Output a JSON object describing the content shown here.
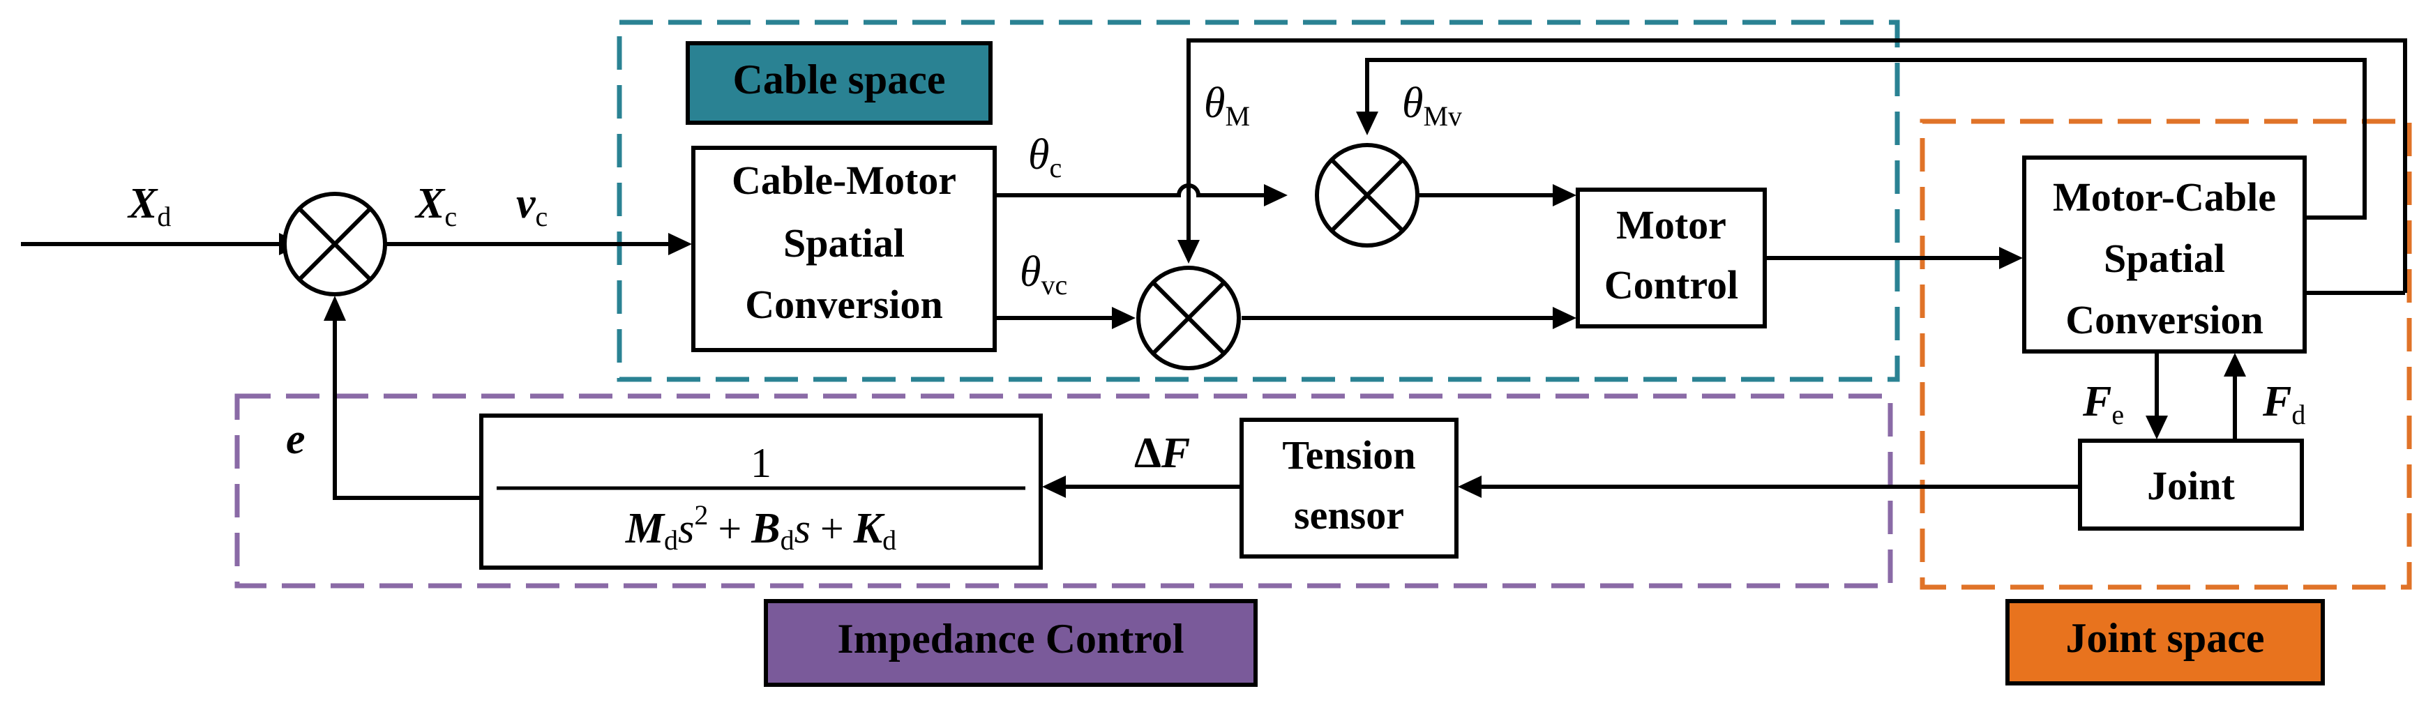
{
  "regions": {
    "cable_space": {
      "label": "Cable space",
      "color": "#2a8293"
    },
    "impedance_control": {
      "label": "Impedance Control",
      "color": "#7a5a9a"
    },
    "joint_space": {
      "label": "Joint space",
      "color": "#e8731e"
    }
  },
  "blocks": {
    "cable_motor": [
      "Cable-Motor",
      "Spatial",
      "Conversion"
    ],
    "motor_control": [
      "Motor",
      "Control"
    ],
    "motor_cable": [
      "Motor-Cable",
      "Spatial",
      "Conversion"
    ],
    "joint": "Joint",
    "tension_sensor": [
      "Tension",
      "sensor"
    ],
    "impedance_tf": {
      "numerator": "1",
      "den_M": "M",
      "den_Ms": "d",
      "den_s2": "s",
      "den_exp": "2",
      "den_plus1": "+",
      "den_B": "B",
      "den_Bs": "d",
      "den_s": "s",
      "den_plus2": "+",
      "den_K": "K",
      "den_Ks": "d"
    }
  },
  "signals": {
    "Xd": {
      "main": "X",
      "sub": "d"
    },
    "Xc": {
      "main": "X",
      "sub": "c"
    },
    "vc": {
      "main": "v",
      "sub": "c"
    },
    "theta_c": {
      "main": "θ",
      "sub": "c"
    },
    "theta_vc": {
      "main": "θ",
      "sub": "vc"
    },
    "theta_M": {
      "main": "θ",
      "sub": "M"
    },
    "theta_Mv": {
      "main": "θ",
      "sub": "Mv"
    },
    "Fe": {
      "main": "F",
      "sub": "e"
    },
    "Fd": {
      "main": "F",
      "sub": "d"
    },
    "deltaF": {
      "delta": "Δ",
      "main": "F"
    },
    "e": {
      "main": "e"
    }
  }
}
